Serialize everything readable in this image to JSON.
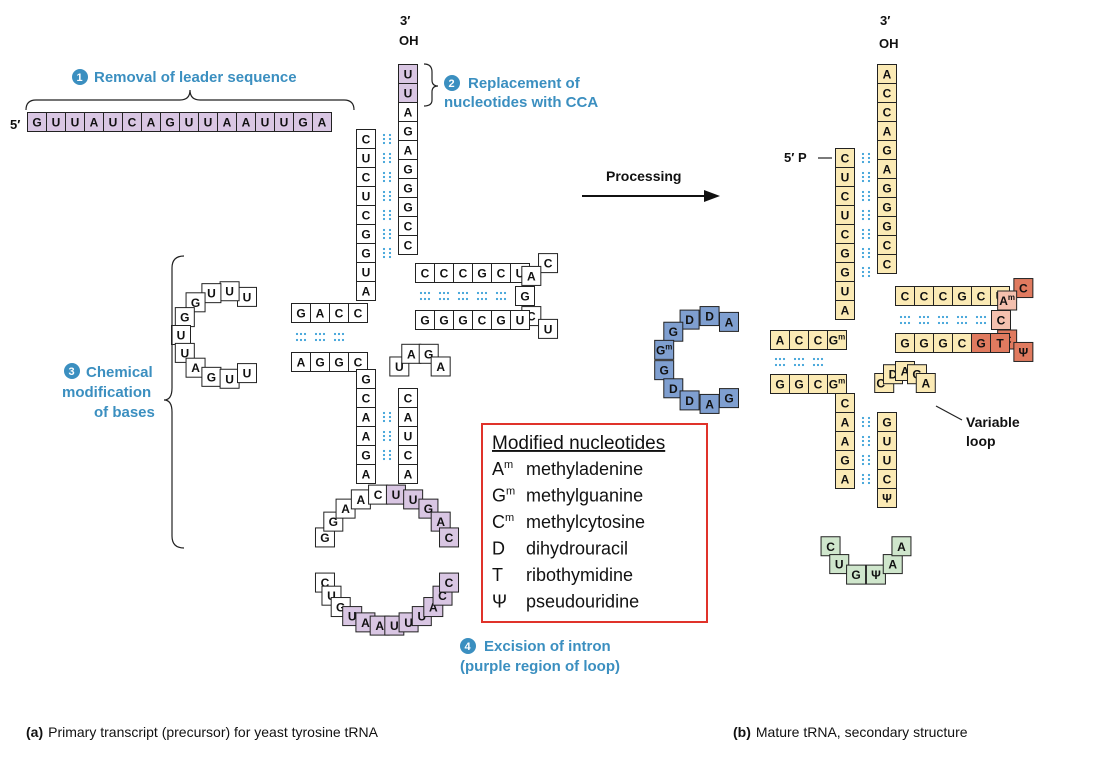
{
  "panel_a": {
    "caption_prefix": "(a)",
    "caption": "Primary transcript (precursor) for yeast tyrosine tRNA",
    "five_prime": "5′",
    "three_prime": "3′",
    "oh": "OH",
    "leader": [
      "G",
      "U",
      "U",
      "A",
      "U",
      "C",
      "A",
      "G",
      "U",
      "U",
      "A",
      "A",
      "U",
      "U",
      "G",
      "A"
    ],
    "acceptor_5": [
      "C",
      "U",
      "C",
      "U",
      "C",
      "G",
      "G",
      "U",
      "A"
    ],
    "acceptor_3": [
      "U",
      "U",
      "A",
      "G",
      "A",
      "G",
      "G",
      "G",
      "C",
      "C"
    ],
    "d_arm": [
      "C",
      "C",
      "A",
      "G",
      "U",
      "U",
      "G",
      "A",
      "U",
      "U",
      "G",
      "G",
      "U",
      "U",
      "U",
      "A",
      "G",
      "G",
      "C"
    ],
    "anticodon_5": [
      "G",
      "C",
      "A",
      "A",
      "G",
      "A",
      "C",
      "U",
      "G",
      "U",
      "A",
      "A",
      "U",
      "U",
      "U",
      "A",
      "C",
      "C"
    ],
    "anticodon_3": [
      "C",
      "A",
      "U",
      "C",
      "A",
      "G",
      "G",
      "A",
      "A",
      "C",
      "U",
      "U",
      "G",
      "A",
      "C"
    ],
    "variable": [
      "U",
      "A",
      "G",
      "A"
    ],
    "t_arm": [
      "C",
      "C",
      "C",
      "G",
      "C",
      "U",
      "C",
      "A",
      "G",
      "C",
      "U",
      "U",
      "G",
      "C",
      "G",
      "G",
      "G"
    ],
    "step1_num": "1",
    "step1": "Removal of leader sequence",
    "step2_num": "2",
    "step2_line1": "Replacement of",
    "step2_line2": "nucleotides with CCA",
    "step3_num": "3",
    "step3_line1": "Chemical",
    "step3_line2": "modification",
    "step3_line3": "of bases",
    "step4_num": "4",
    "step4_line1": "Excision of intron",
    "step4_line2": "(purple region of loop)"
  },
  "processing_label": "Processing",
  "legend": {
    "title": "Modified nucleotides",
    "items": [
      {
        "sym": "A",
        "sup": "m",
        "name": "methyladenine"
      },
      {
        "sym": "G",
        "sup": "m",
        "name": "methylguanine"
      },
      {
        "sym": "C",
        "sup": "m",
        "name": "methylcytosine"
      },
      {
        "sym": "D",
        "sup": "",
        "name": "dihydrouracil"
      },
      {
        "sym": "T",
        "sup": "",
        "name": "ribothymidine"
      },
      {
        "sym": "Ψ",
        "sup": "",
        "name": "pseudouridine"
      }
    ]
  },
  "panel_b": {
    "caption_prefix": "(b)",
    "caption": "Mature tRNA, secondary structure",
    "three_prime": "3′",
    "oh": "OH",
    "five_p": "5′ P",
    "variable_loop_1": "Variable",
    "variable_loop_2": "loop",
    "acceptor_3": [
      "A",
      "C",
      "C",
      "A",
      "G",
      "A",
      "G",
      "G",
      "G",
      "C",
      "C"
    ],
    "acceptor_5": [
      "C",
      "U",
      "C",
      "U",
      "C",
      "G",
      "G",
      "U",
      "A"
    ],
    "d_arm": [
      "Gm",
      "C",
      "C",
      "A",
      "G",
      "A",
      "D",
      "D",
      "G",
      "Gm",
      "G",
      "D",
      "D",
      "A",
      "G",
      "G",
      "C",
      "Gm"
    ],
    "anticodon": [
      "C",
      "A",
      "A",
      "G",
      "A",
      "C",
      "U",
      "G",
      "Ψ",
      "A",
      "A",
      "Ψ",
      "C",
      "U",
      "U",
      "G"
    ],
    "variable": [
      "Cm",
      "D",
      "A",
      "G",
      "A"
    ],
    "t_arm": [
      "C",
      "C",
      "C",
      "G",
      "C",
      "U",
      "C",
      "Am",
      "C",
      "C",
      "Ψ",
      "T",
      "G",
      "C",
      "G",
      "G",
      "G"
    ],
    "colors": {
      "acceptor": "#fbeab5",
      "d_loop": "#7f9fd0",
      "d_stem": "#fbeab5",
      "anticodon_loop": "#cfe6cc",
      "t_loop": "#e07a5f",
      "t_loop_light": "#f4c0ae",
      "variable": "#fbeab5"
    }
  },
  "colors": {
    "purple": "#d9c6e3",
    "white": "#ffffff",
    "pair": "#3aa0d8",
    "step": "#3b8fc0",
    "legend_border": "#e0322a"
  }
}
